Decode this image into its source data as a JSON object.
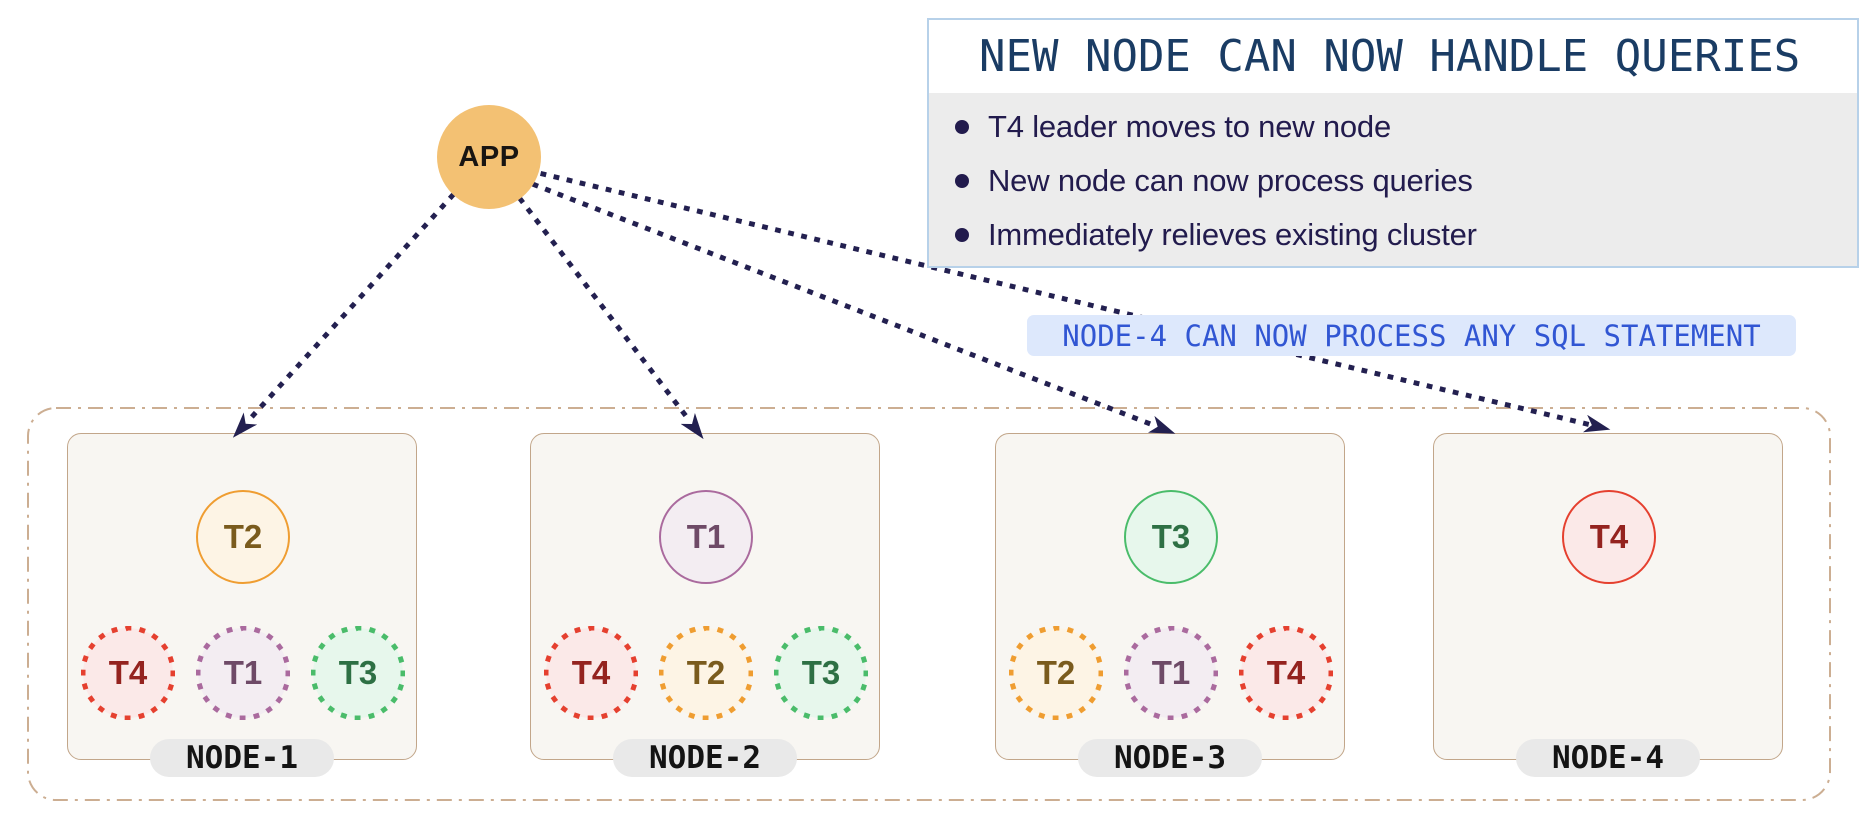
{
  "app": {
    "label": "APP"
  },
  "callout": {
    "title": "NEW NODE CAN NOW HANDLE QUERIES",
    "bullets": [
      "T4 leader moves to new node",
      "New node can now process queries",
      "Immediately relieves existing cluster"
    ]
  },
  "banner": {
    "text": "NODE-4 CAN NOW PROCESS ANY SQL STATEMENT"
  },
  "nodes": [
    {
      "name": "NODE-1",
      "leader": "T2",
      "followers": [
        "T4",
        "T1",
        "T3"
      ]
    },
    {
      "name": "NODE-2",
      "leader": "T1",
      "followers": [
        "T4",
        "T2",
        "T3"
      ]
    },
    {
      "name": "NODE-3",
      "leader": "T3",
      "followers": [
        "T2",
        "T1",
        "T4"
      ]
    },
    {
      "name": "NODE-4",
      "leader": "T4",
      "followers": []
    }
  ],
  "palette": {
    "arrow": "#232050",
    "cluster_boundary": "#ccae92",
    "node_bg": "#f8f6f2",
    "node_border": "#c2a68a",
    "node_pill_bg": "#e9e9e9",
    "callout_border": "#b7d1e9",
    "callout_body_bg": "#ececec",
    "callout_title_color": "#1a3c64",
    "callout_text_color": "#221b4d",
    "banner_bg": "#dde8fc",
    "banner_text": "#3156d3",
    "app_bg": "#f3c173",
    "tablets": {
      "t1": {
        "border": "#aa6a9e",
        "fill": "#f3edf2",
        "text": "#6e4a67"
      },
      "t2": {
        "border": "#ef9d31",
        "fill": "#fdf4e5",
        "text": "#7a5b1d"
      },
      "t3": {
        "border": "#4abc6a",
        "fill": "#e7f7ec",
        "text": "#2e7044"
      },
      "t4": {
        "border": "#e5402f",
        "fill": "#fbe9e8",
        "text": "#94231f"
      }
    }
  }
}
